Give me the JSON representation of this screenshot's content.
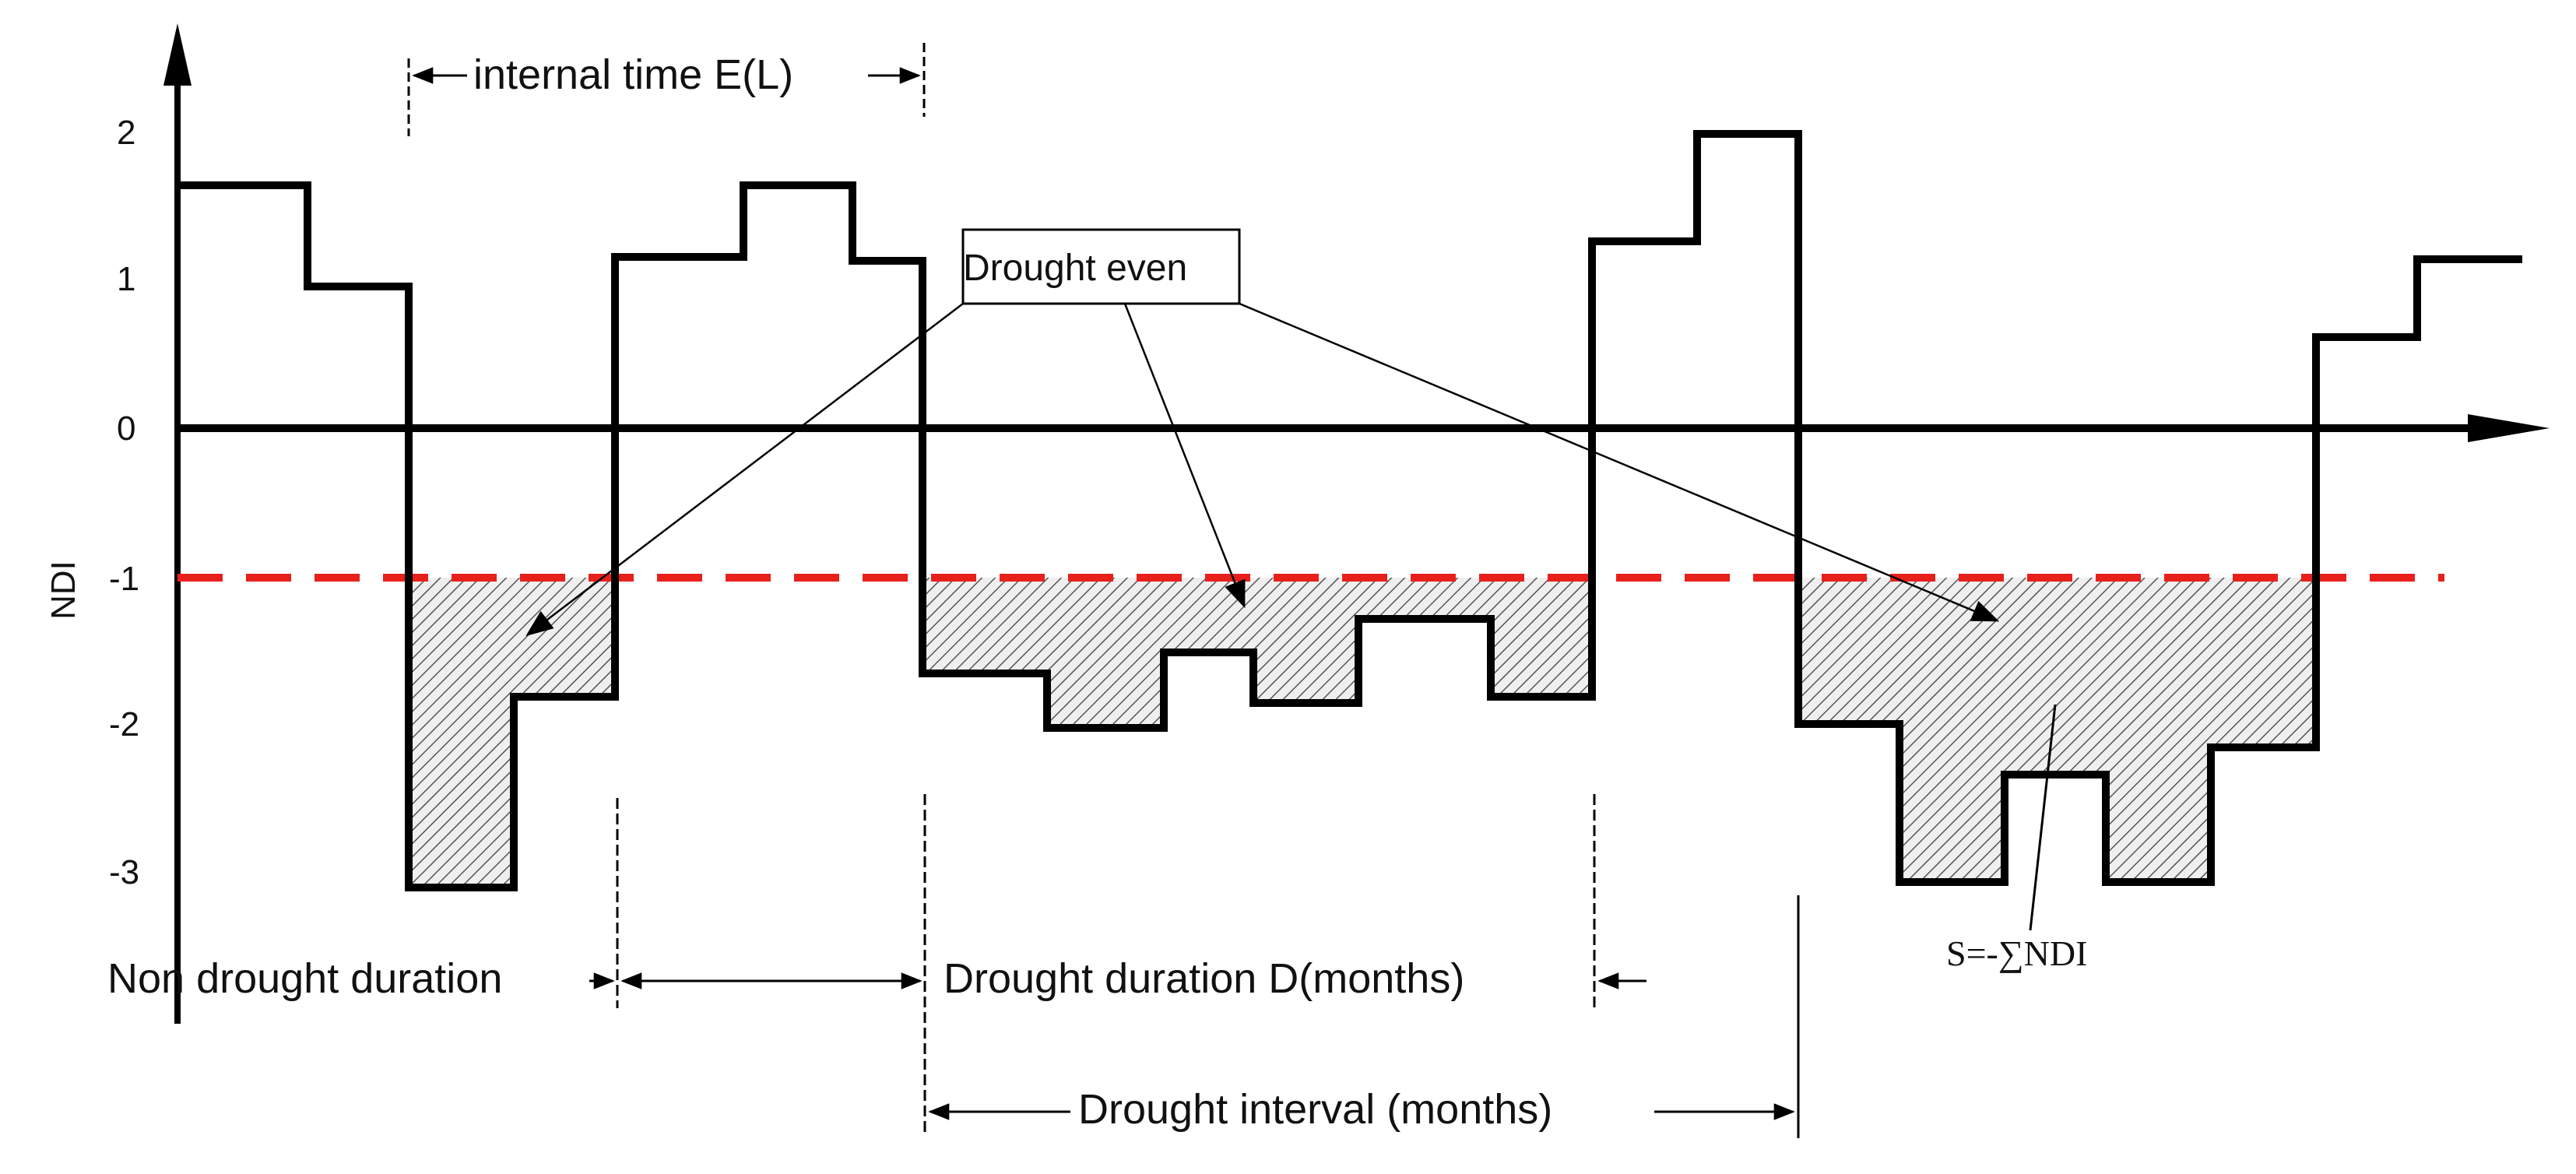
{
  "diagram": {
    "y_axis_label": "NDI",
    "y_ticks": [
      "2",
      "1",
      "0",
      "-1",
      "-2",
      "-3"
    ],
    "labels": {
      "internal_time": "internal time E(L)",
      "drought_event": "Drought even",
      "non_drought_duration": "Non drought duration",
      "drought_duration": "Drought duration D(months)",
      "drought_interval": "Drought interval (months)",
      "severity": "S=-∑NDI"
    },
    "threshold_value": -1,
    "colors": {
      "threshold": "#e8201c",
      "series": "#000000",
      "hatch": "#555555"
    }
  }
}
